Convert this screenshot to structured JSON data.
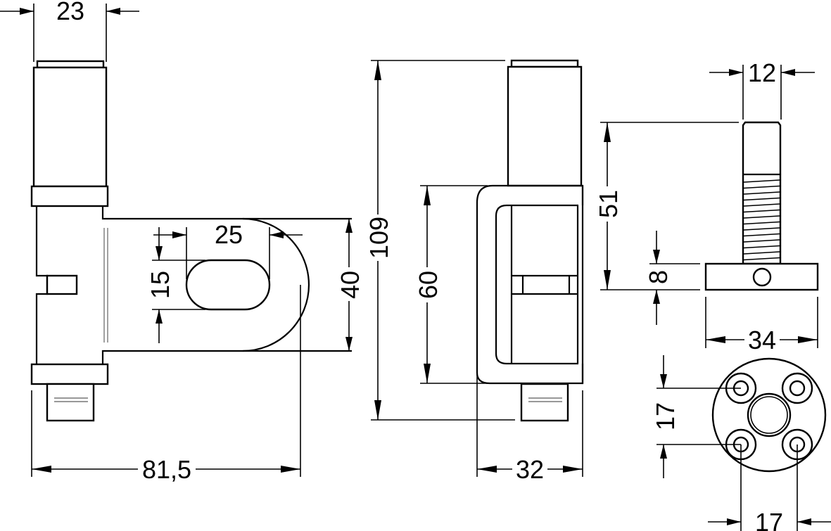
{
  "drawing": {
    "units": "mm",
    "colors": {
      "line": "#000000",
      "background": "#ffffff",
      "hidden_line": "#777777"
    },
    "views": [
      {
        "name": "side-view-hinge-leaf",
        "dimensions": {
          "pin_diameter": "23",
          "slot_length": "25",
          "slot_width": "15",
          "leaf_height": "40",
          "overall_width": "81,5"
        }
      },
      {
        "name": "front-view-hinge",
        "dimensions": {
          "overall_height": "109",
          "bracket_height": "60",
          "bracket_depth": "32"
        }
      },
      {
        "name": "threaded-pin-view",
        "dimensions": {
          "thread_diameter": "12",
          "pin_length": "51",
          "plate_thickness": "8",
          "plate_width": "34"
        }
      },
      {
        "name": "base-plate-top-view",
        "dimensions": {
          "hole_spacing_vertical": "17",
          "hole_spacing_horizontal": "17"
        }
      }
    ]
  }
}
